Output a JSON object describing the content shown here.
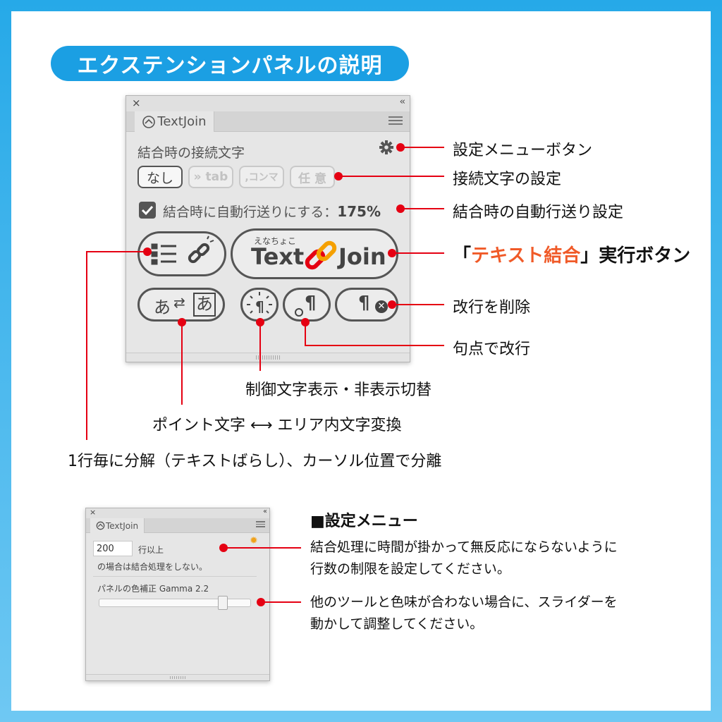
{
  "title": "エクステンションパネルの説明",
  "panel": {
    "close_glyph": "×",
    "collapse_glyph": "‹‹",
    "tab_label": "TextJoin",
    "connector_heading": "結合時の接続文字",
    "chips": {
      "none": "なし",
      "tab": "» tab",
      "comma": ",コンマ",
      "any": "任 意"
    },
    "auto_wrap_label": "結合時に自動行送りにする：",
    "auto_wrap_value": "175%",
    "join_ruby": "えなちょこ",
    "join_text_left": "Text",
    "join_text_right": "Join",
    "convert_left": "あ",
    "convert_right": "あ",
    "pilcrow": "¶"
  },
  "callouts": {
    "settings_menu_button": "設定メニューボタン",
    "connector_setting": "接続文字の設定",
    "auto_wrap_setting": "結合時の自動行送り設定",
    "join_prefix": "「",
    "join_highlight": "テキスト結合",
    "join_suffix": "」実行ボタン",
    "remove_breaks": "改行を削除",
    "break_at_period": "句点で改行",
    "control_chars": "制御文字表示・非表示切替",
    "point_area": "ポイント文字 ⟷ エリア内文字変換",
    "split_lines": "1行毎に分解（テキストばらし）、カーソル位置で分離"
  },
  "settings_menu": {
    "heading": "■設定メニュー",
    "line_limit_value": "200",
    "line_limit_suffix": "行以上",
    "line_limit_note": "の場合は結合処理をしない。",
    "gamma_label": "パネルの色補正 Gamma 2.2",
    "gamma_slider_fraction": 0.83,
    "desc_limit_1": "結合処理に時間が掛かって無反応にならないように",
    "desc_limit_2": "行数の制限を設定してください。",
    "desc_gamma_1": "他のツールと色味が合わない場合に、スライダーを",
    "desc_gamma_2": "動かして調整してください。"
  },
  "colors": {
    "accent_blue": "#1b9fe3",
    "callout_red": "#e50012",
    "highlight_orange": "#f05a28",
    "settings_gear": "#f0a21c"
  }
}
